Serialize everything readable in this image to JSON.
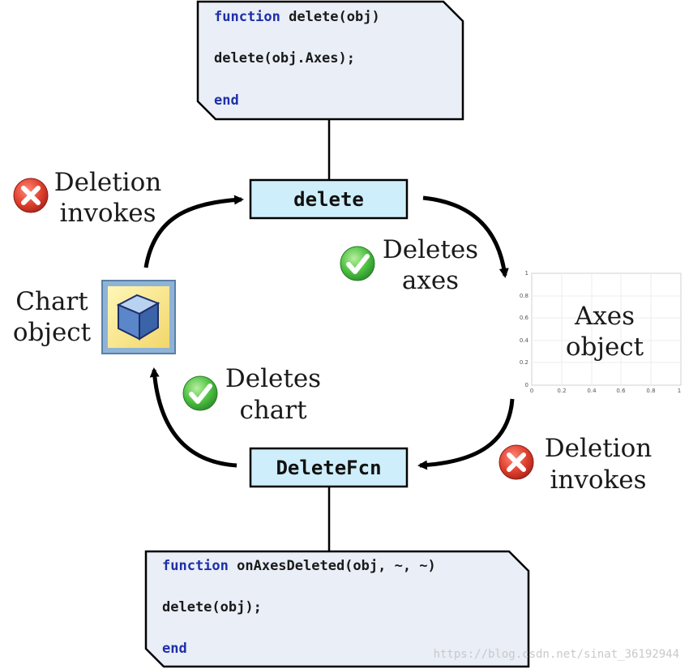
{
  "top_code": {
    "line1_kw": "function",
    "line1_rest": " delete(obj)",
    "line2": "delete(obj.Axes);",
    "line3_kw": "end"
  },
  "bottom_code": {
    "line1_kw": "function",
    "line1_rest": " onAxesDeleted(obj, ~, ~)",
    "line2": "delete(obj);",
    "line3_kw": "end"
  },
  "nodes": {
    "delete_label": "delete",
    "deletefcn_label": "DeleteFcn",
    "chart_line1": "Chart",
    "chart_line2": "object",
    "axes_line1": "Axes",
    "axes_line2": "object"
  },
  "edges": {
    "top_left_line1": "Deletion",
    "top_left_line2": "invokes",
    "top_right_line1": "Deletes",
    "top_right_line2": "axes",
    "bottom_left_line1": "Deletes",
    "bottom_left_line2": "chart",
    "bottom_right_line1": "Deletion",
    "bottom_right_line2": "invokes"
  },
  "axes_ticks": {
    "y": [
      "1",
      "0.8",
      "0.6",
      "0.4",
      "0.2",
      "0"
    ],
    "x": [
      "0",
      "0.2",
      "0.4",
      "0.6",
      "0.8",
      "1"
    ]
  },
  "watermark": "https://blog.csdn.net/sinat_36192944",
  "colors": {
    "code_box_fill": "#e9eef7",
    "label_box_fill": "#cfeefb",
    "keyword": "#1f2fa8",
    "cross_red": "#d93a2b",
    "check_green": "#3faa3a"
  }
}
